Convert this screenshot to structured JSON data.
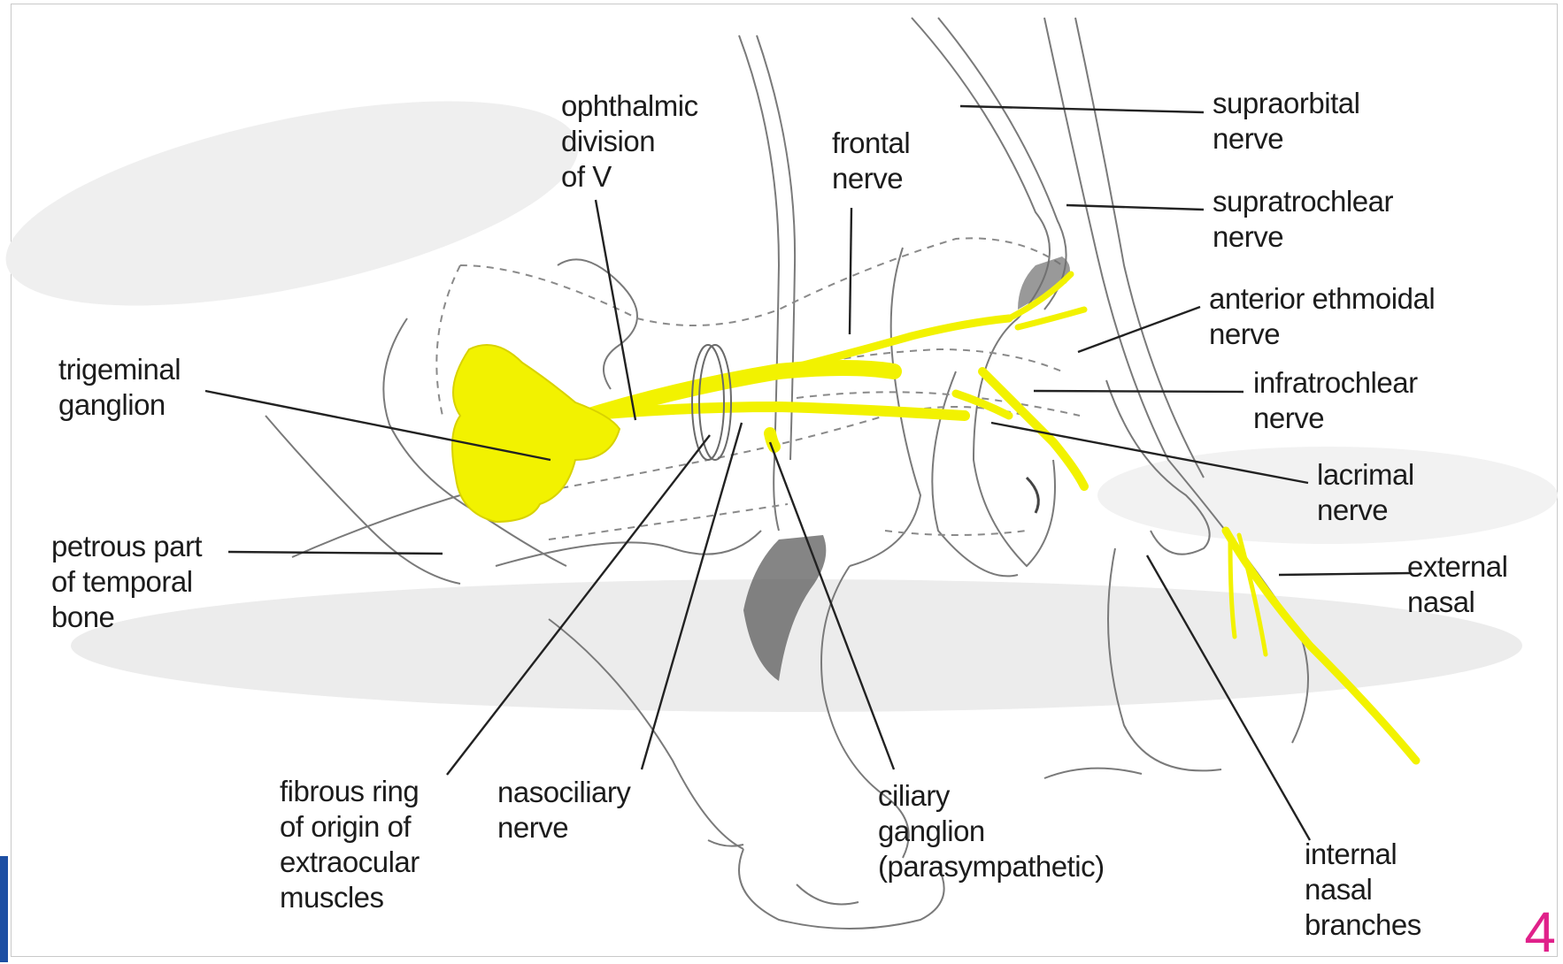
{
  "colors": {
    "nerve": "#f2f200",
    "nerve_outline": "#d8d200",
    "line": "#222222",
    "sketch": "#7a7a7a",
    "shade": "#d0d0d0",
    "slide_number": "#e0218a",
    "accent_bar": "#1d4fa3"
  },
  "labels": {
    "ophthalmic": "ophthalmic\ndivision\nof V",
    "frontal": "frontal\nnerve",
    "supraorbital": "supraorbital\nnerve",
    "supratrochlear": "supratrochlear\nnerve",
    "anterior_ethmoidal": "anterior ethmoidal\nnerve",
    "infratrochlear": "infratrochlear\nnerve",
    "lacrimal": "lacrimal\nnerve",
    "external_nasal": "external\nnasal",
    "trigeminal": "trigeminal\nganglion",
    "petrous": "petrous part\nof temporal\nbone",
    "fibrous_ring": "fibrous ring\nof origin of\nextraocular\nmuscles",
    "nasociliary": "nasociliary\nnerve",
    "ciliary": "ciliary\nganglion\n(parasympathetic)",
    "internal_nasal": "internal\nnasal\nbranches"
  },
  "slide_number": "4"
}
